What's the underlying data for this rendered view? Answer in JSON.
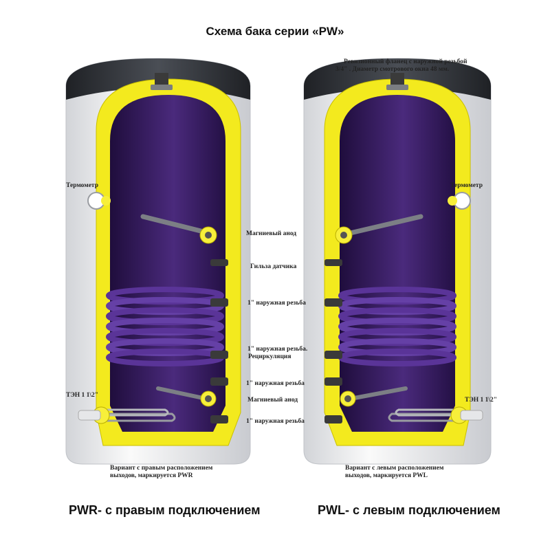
{
  "title": "Схема бака серии «PW»",
  "left_tank": {
    "variant_code": "PWR",
    "caption": "PWR- с правым подключением",
    "labels": {
      "thermometer": "Термометр",
      "magnesium_anode_top": "Магниевый анод",
      "sensor_sleeve": "Гильза датчика",
      "thread_1": "1\" наружная резьба",
      "thread_recirc_line1": "1\" наружная резьба.",
      "thread_recirc_line2": "Рециркуляция",
      "thread_2": "1\" наружная резьба",
      "magnesium_anode_bottom": "Магниевый анод",
      "thread_3": "1\" наружная резьба",
      "heater": "ТЭН 1 1\\2\"",
      "note_line1": "Вариант с правым расположением",
      "note_line2": "выходов, маркируется PWR"
    }
  },
  "right_tank": {
    "variant_code": "PWL",
    "caption": "PWL- с левым подключением",
    "labels": {
      "flange_line1": "Ревизионный фланец с наружной резьбой",
      "flange_line2": "3/4\" . Диаметр смотрового окна 48 мм.",
      "thermometer": "Термометр",
      "heater": "ТЭН 1 1\\2\"",
      "note_line1": "Вариант с левым расположением",
      "note_line2": "выходов, маркируется PWL"
    }
  },
  "colors": {
    "shell": "#ecedef",
    "top_cap": "#2e3136",
    "insulation": "#f3ea1e",
    "inner_tank": "#3a1c63",
    "coil": "#5a3498",
    "fitting": "#3a3a3a"
  }
}
